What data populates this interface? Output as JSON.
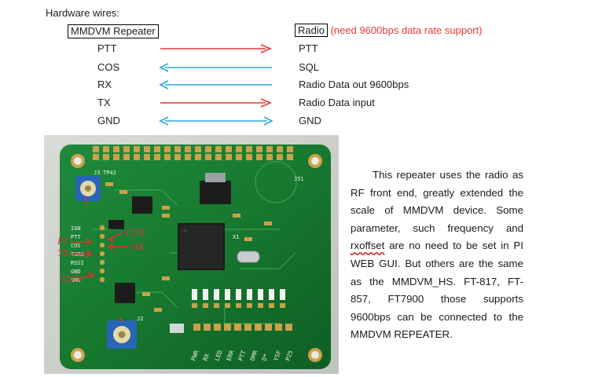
{
  "heading": "Hardware wires:",
  "left_box": "MMDVM Repeater",
  "right_box": "Radio",
  "right_note": "(need 9600bps data rate support)",
  "connections": [
    {
      "left": "PTT",
      "right": "PTT",
      "dir": "right"
    },
    {
      "left": "COS",
      "right": "SQL",
      "dir": "left"
    },
    {
      "left": "RX",
      "right": "Radio Data out 9600bps",
      "dir": "left"
    },
    {
      "left": "TX",
      "right": "Radio Data input",
      "dir": "right"
    },
    {
      "left": "GND",
      "right": "GND",
      "dir": "both"
    }
  ],
  "colors": {
    "red_arrow": "#e53935",
    "blue_arrow": "#29a8e0",
    "note": "#e53935"
  },
  "board": {
    "pin_labels": [
      "IGN",
      "PTT",
      "COS",
      "TXRX",
      "RSSI",
      "GND",
      "GND"
    ],
    "handwritten_left": [
      "PT",
      "TX",
      "GND"
    ],
    "handwritten_right": [
      "COS",
      "RX"
    ],
    "bottom_labels": [
      "PWR",
      "RX",
      "LED",
      "ERR",
      "PTT",
      "DMR",
      "D*",
      "YSF",
      "P25"
    ],
    "misc_labels": [
      "J3",
      "TP42",
      "J51",
      "X1",
      "J2"
    ]
  },
  "paragraph": {
    "before": "This repeater uses the radio as RF front end, greatly extended the scale of MMDVM device. Some parameter, such frequency and",
    "underlined": "rxoffset",
    "after": "are no need to be set in PI WEB GUI. But others are the same as the MMDVM_HS. FT-817, FT-857, FT7900 those supports 9600bps can be connected to the MMDVM REPEATER."
  }
}
